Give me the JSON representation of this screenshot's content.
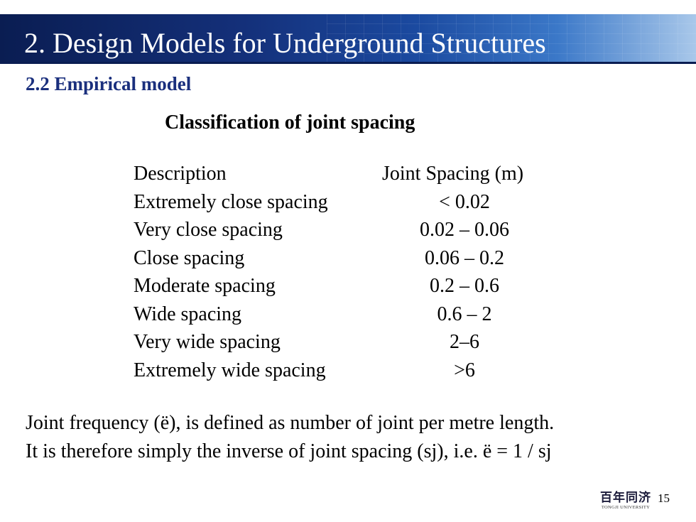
{
  "header": {
    "title": "2. Design Models for Underground Structures"
  },
  "section": {
    "subtitle": "2.2 Empirical model"
  },
  "table": {
    "title": "Classification of joint spacing",
    "columns": [
      "Description",
      "Joint Spacing (m)"
    ],
    "rows": [
      [
        "Extremely close spacing",
        "< 0.02"
      ],
      [
        "Very close spacing",
        "0.02 – 0.06"
      ],
      [
        "Close spacing",
        "0.06 – 0.2"
      ],
      [
        "Moderate spacing",
        "0.2 – 0.6"
      ],
      [
        "Wide spacing",
        "0.6 – 2"
      ],
      [
        "Very wide spacing",
        "2–6"
      ],
      [
        "Extremely wide spacing",
        ">6"
      ]
    ]
  },
  "body": {
    "line1": "Joint frequency (ë), is defined as number of joint per metre length.",
    "line2": "It is therefore simply the inverse of joint spacing (sj), i.e. ë = 1 / sj"
  },
  "footer": {
    "logo_chinese": "百年同济",
    "logo_english": "TONGJI UNIVERSITY",
    "page_number": "15"
  },
  "colors": {
    "title_bar": "#14307a",
    "subtitle": "#1a2f7d",
    "text": "#000000"
  }
}
